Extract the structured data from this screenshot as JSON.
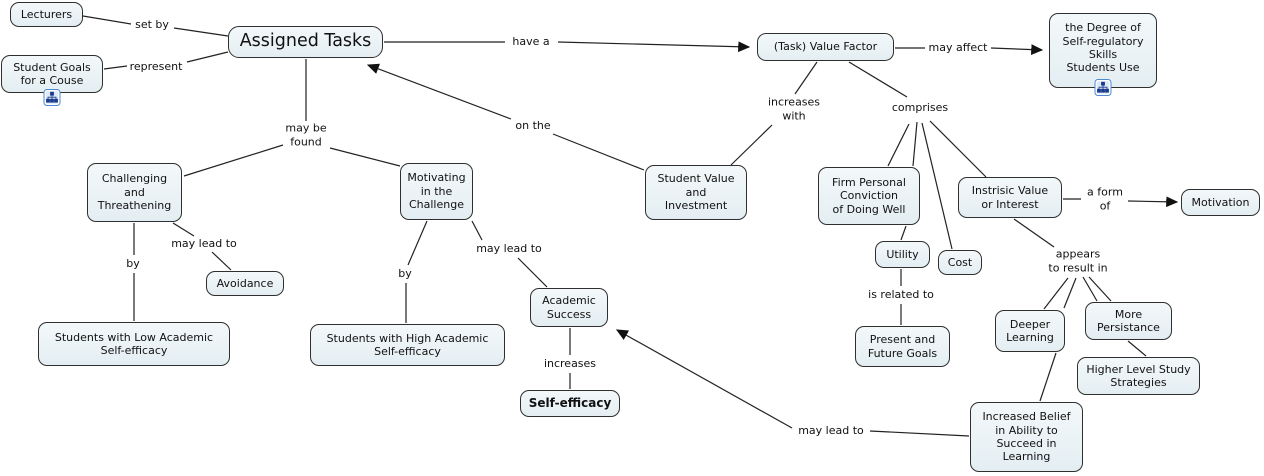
{
  "title": "Assigned Tasks concept map",
  "style": {
    "node_fill_top": "#f3f8fa",
    "node_fill_bottom": "#e4eef2",
    "node_border": "#2f2f2f",
    "line_color": "#222222",
    "text_color": "#111111",
    "icon_border": "#4d89d2",
    "icon_glyph": "#1a3a8c"
  },
  "nodes": [
    {
      "id": "lecturers",
      "label": "Lecturers"
    },
    {
      "id": "student-goals",
      "label": "Student Goals\nfor a Couse"
    },
    {
      "id": "assigned-tasks",
      "label": "Assigned Tasks"
    },
    {
      "id": "task-value-factor",
      "label": "(Task) Value Factor"
    },
    {
      "id": "degree-self-regulatory",
      "label": "the Degree of\nSelf-regulatory\nSkills\nStudents Use"
    },
    {
      "id": "challenging",
      "label": "Challenging\nand\nThreathening"
    },
    {
      "id": "motivating",
      "label": "Motivating\nin the\nChallenge"
    },
    {
      "id": "avoidance",
      "label": "Avoidance"
    },
    {
      "id": "students-low",
      "label": "Students with Low Academic\nSelf-efficacy"
    },
    {
      "id": "students-high",
      "label": "Students with High Academic\nSelf-efficacy"
    },
    {
      "id": "academic-success",
      "label": "Academic\nSuccess"
    },
    {
      "id": "self-efficacy",
      "label": "Self-efficacy"
    },
    {
      "id": "student-value",
      "label": "Student Value\nand\nInvestment"
    },
    {
      "id": "firm-personal",
      "label": "Firm Personal\nConviction\nof Doing Well"
    },
    {
      "id": "utility",
      "label": "Utility"
    },
    {
      "id": "cost",
      "label": "Cost"
    },
    {
      "id": "present-future",
      "label": "Present and\nFuture Goals"
    },
    {
      "id": "instrisic",
      "label": "Instrisic Value\nor Interest"
    },
    {
      "id": "motivation",
      "label": "Motivation"
    },
    {
      "id": "deeper-learning",
      "label": "Deeper\nLearning"
    },
    {
      "id": "more-persistance",
      "label": "More\nPersistance"
    },
    {
      "id": "higher-level",
      "label": "Higher Level Study\nStrategies"
    },
    {
      "id": "increased-belief",
      "label": "Increased Belief\nin Ability to\nSucceed in\nLearning"
    }
  ],
  "edge_labels": [
    {
      "id": "set-by",
      "text": "set by"
    },
    {
      "id": "represent",
      "text": "represent"
    },
    {
      "id": "have-a",
      "text": "have a"
    },
    {
      "id": "may-affect",
      "text": "may affect"
    },
    {
      "id": "on-the",
      "text": "on the"
    },
    {
      "id": "increases-with",
      "text": "increases\nwith"
    },
    {
      "id": "comprises",
      "text": "comprises"
    },
    {
      "id": "may-be-found",
      "text": "may be\nfound"
    },
    {
      "id": "may-lead-to-left",
      "text": "may lead to"
    },
    {
      "id": "by-left",
      "text": "by"
    },
    {
      "id": "by-right",
      "text": "by"
    },
    {
      "id": "may-lead-to-mid",
      "text": "may lead to"
    },
    {
      "id": "increases",
      "text": "increases"
    },
    {
      "id": "is-related-to",
      "text": "is related to"
    },
    {
      "id": "a-form-of",
      "text": "a form\nof"
    },
    {
      "id": "appears-to-result-in",
      "text": "appears\nto result in"
    },
    {
      "id": "may-lead-to-bottom",
      "text": "may lead to"
    }
  ]
}
